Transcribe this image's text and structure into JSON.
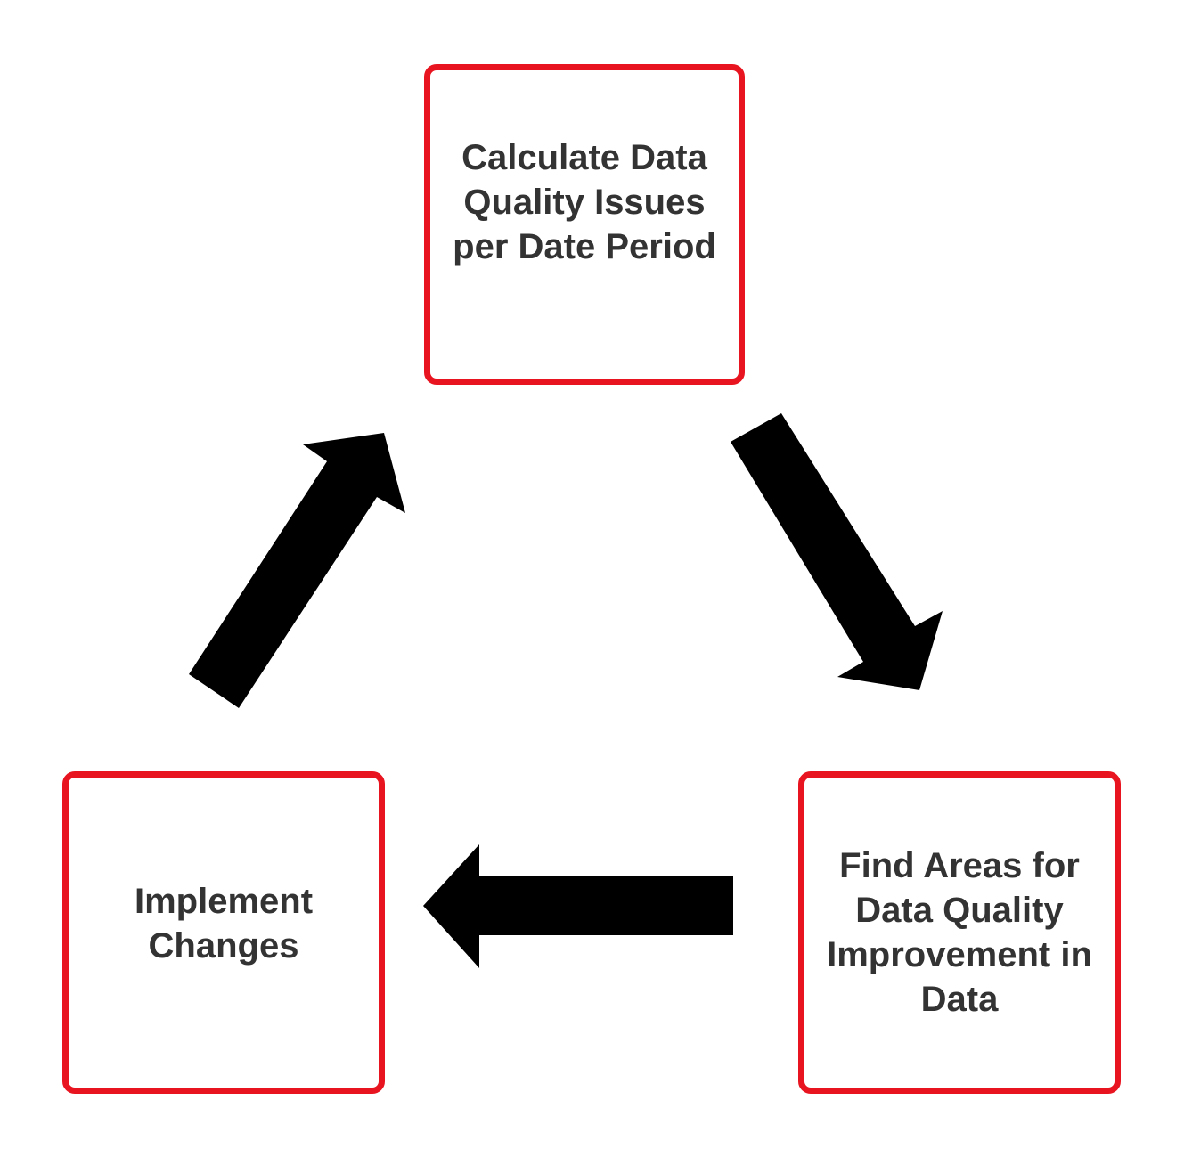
{
  "diagram": {
    "nodes": [
      {
        "id": "calculate",
        "label": "Calculate Data\nQuality Issues\nper Date Period"
      },
      {
        "id": "find",
        "label": "Find Areas for\nData Quality\nImprovement in\nData"
      },
      {
        "id": "implement",
        "label": "Implement\nChanges"
      }
    ],
    "edges": [
      {
        "from": "calculate",
        "to": "find"
      },
      {
        "from": "find",
        "to": "implement"
      },
      {
        "from": "implement",
        "to": "calculate"
      }
    ],
    "colors": {
      "box_border": "#e8141f",
      "text": "#333333",
      "arrow": "#000000",
      "background": "#ffffff"
    }
  }
}
